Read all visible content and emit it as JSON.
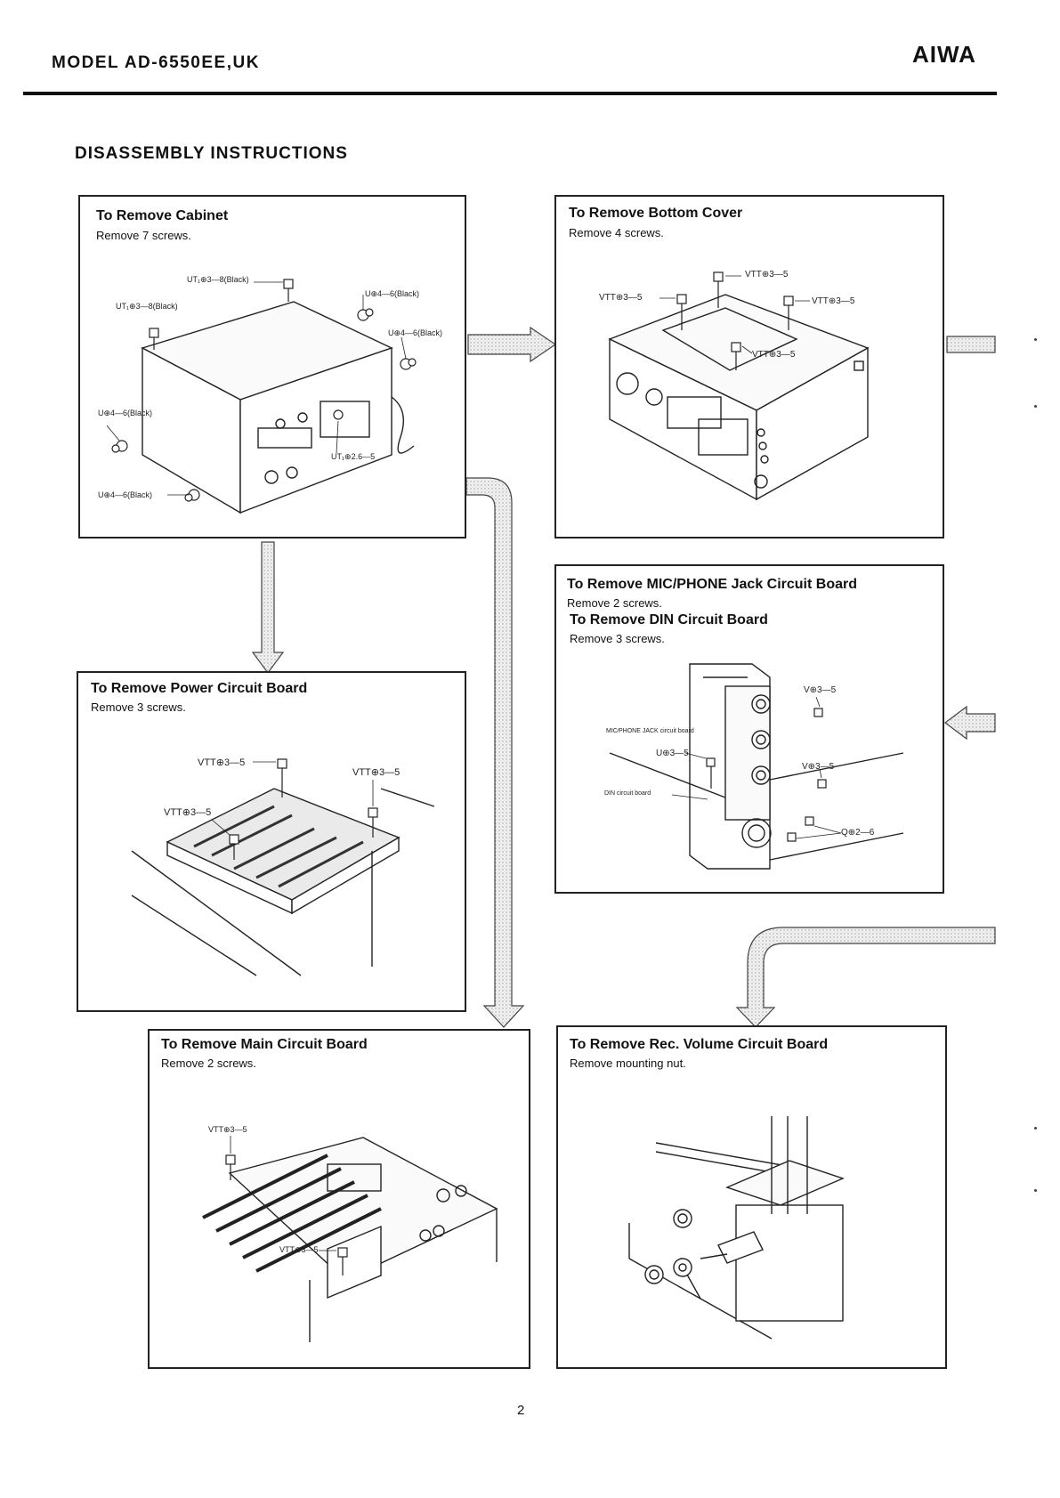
{
  "header": {
    "model": "MODEL AD-6550EE,UK",
    "brand": "AIWA"
  },
  "section_title": "DISASSEMBLY INSTRUCTIONS",
  "panels": {
    "cabinet": {
      "title": "To Remove Cabinet",
      "note": "Remove 7 screws.",
      "labels": [
        "UT₁⊕3—8(Black)",
        "UT₁⊕3—8(Black)",
        "U⊕4—6(Black)",
        "U⊕4—6(Black)",
        "U⊕4—6(Black)",
        "UT₁⊕2.6—5",
        "U⊕4—6(Black)"
      ]
    },
    "bottom_cover": {
      "title": "To Remove Bottom Cover",
      "note": "Remove 4 screws.",
      "labels": [
        "VTT⊕3—5",
        "VTT⊕3—5",
        "VTT⊕3—5",
        "VTT⊕3—5"
      ]
    },
    "mic_din": {
      "title": "To Remove MIC/PHONE Jack Circuit Board",
      "note": "Remove 2 screws.",
      "title2": "To Remove DIN Circuit Board",
      "note2": "Remove 3 screws.",
      "labels": [
        "V⊕3—5",
        "MIC∕PHONE JACK circuit board",
        "U⊕3—5",
        "V⊕3—5",
        "DIN circuit board",
        "Q⊕2—6"
      ]
    },
    "power": {
      "title": "To Remove Power Circuit Board",
      "note": "Remove 3 screws.",
      "labels": [
        "VTT⊕3—5",
        "VTT⊕3—5",
        "VTT⊕3—5"
      ]
    },
    "main": {
      "title": "To Remove Main Circuit Board",
      "note": "Remove 2 screws.",
      "labels": [
        "VTT⊕3—5",
        "VTT⊕3—5"
      ]
    },
    "rec_volume": {
      "title": "To Remove Rec. Volume Circuit Board",
      "note": "Remove mounting nut."
    }
  },
  "page_number": "2"
}
